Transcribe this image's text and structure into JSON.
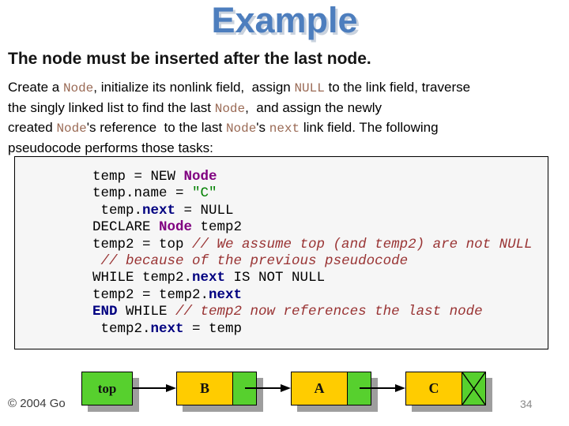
{
  "slide_title": "Example",
  "heading": "The node must be inserted after the last node.",
  "intro_lines": [
    [
      {
        "t": "plain",
        "x": "Create a "
      },
      {
        "t": "code",
        "x": "Node"
      },
      {
        "t": "plain",
        "x": ", initialize its nonlink field,  assign "
      },
      {
        "t": "code",
        "x": "NULL"
      },
      {
        "t": "plain",
        "x": " to the link field, traverse"
      }
    ],
    [
      {
        "t": "plain",
        "x": "the singly linked list to find the last "
      },
      {
        "t": "code",
        "x": "Node"
      },
      {
        "t": "plain",
        "x": ",  and assign the newly"
      }
    ],
    [
      {
        "t": "plain",
        "x": "created "
      },
      {
        "t": "code",
        "x": "Node"
      },
      {
        "t": "plain",
        "x": "'s reference  to the last "
      },
      {
        "t": "code",
        "x": "Node"
      },
      {
        "t": "plain",
        "x": "'s "
      },
      {
        "t": "code",
        "x": "next"
      },
      {
        "t": "plain",
        "x": " link field. The following"
      }
    ],
    [
      {
        "t": "plain",
        "x": "pseudocode performs those tasks:"
      }
    ]
  ],
  "pseudocode_lines": [
    [
      {
        "t": "plain",
        "x": "temp = NEW "
      },
      {
        "t": "type",
        "x": "Node"
      }
    ],
    [
      {
        "t": "plain",
        "x": "temp.name = "
      },
      {
        "t": "string",
        "x": "\"C\""
      }
    ],
    [
      {
        "t": "plain",
        "x": " temp."
      },
      {
        "t": "member",
        "x": "next"
      },
      {
        "t": "plain",
        "x": " = NULL"
      }
    ],
    [
      {
        "t": "plain",
        "x": "DECLARE "
      },
      {
        "t": "type",
        "x": "Node"
      },
      {
        "t": "plain",
        "x": " temp2"
      }
    ],
    [
      {
        "t": "plain",
        "x": "temp2 = top "
      },
      {
        "t": "comment",
        "x": "// We assume top (and temp2) are not NULL"
      }
    ],
    [
      {
        "t": "plain",
        "x": " "
      },
      {
        "t": "comment",
        "x": "// because of the previous pseudocode"
      }
    ],
    [
      {
        "t": "plain",
        "x": "WHILE temp2."
      },
      {
        "t": "member",
        "x": "next"
      },
      {
        "t": "plain",
        "x": " IS NOT NULL"
      }
    ],
    [
      {
        "t": "plain",
        "x": "temp2 = temp2."
      },
      {
        "t": "member",
        "x": "next"
      }
    ],
    [
      {
        "t": "keyword",
        "x": "END"
      },
      {
        "t": "plain",
        "x": " WHILE "
      },
      {
        "t": "comment",
        "x": "// temp2 now references the last node"
      }
    ],
    [
      {
        "t": "plain",
        "x": " temp2."
      },
      {
        "t": "member",
        "x": "next"
      },
      {
        "t": "plain",
        "x": " = temp"
      }
    ]
  ],
  "diagram": {
    "top_label": "top",
    "nodes": [
      {
        "label": "B",
        "null_link": false
      },
      {
        "label": "A",
        "null_link": false
      },
      {
        "label": "C",
        "null_link": true
      }
    ]
  },
  "footer": {
    "copyright": "© 2004 Go",
    "page_number": "34"
  },
  "colors": {
    "title_blue": "#4d7ebe",
    "inline_code_brown": "#9a6a55",
    "code_type_purple": "#800080",
    "code_string_green": "#008000",
    "code_member_navy": "#000080",
    "code_comment_red": "#993333",
    "node_data_orange": "#ffcc00",
    "link_green": "#57d02e",
    "shadow_gray": "#9e9e9e"
  }
}
